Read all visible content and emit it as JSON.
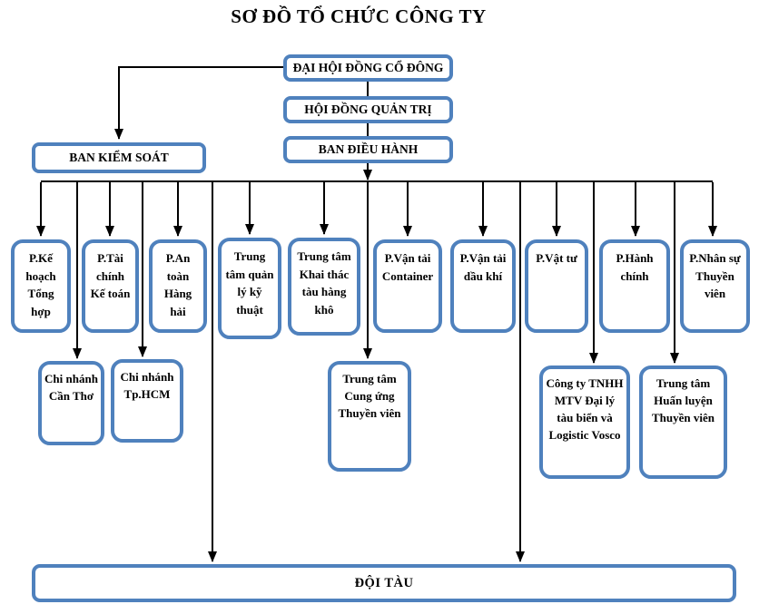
{
  "title": "SƠ ĐỒ TỔ CHỨC CÔNG TY",
  "colors": {
    "box_border": "#4F81BD",
    "box_fill": "#FFFFFF",
    "connector": "#000000",
    "text": "#000000"
  },
  "governance": {
    "shareholders": "ĐẠI HỘI ĐỒNG CỔ ĐÔNG",
    "board": "HỘI ĐỒNG QUẢN TRỊ",
    "executive": "BAN ĐIỀU HÀNH",
    "supervisory": "BAN KIỂM SOÁT"
  },
  "departments": [
    {
      "label": "P.Kế hoạch Tổng hợp"
    },
    {
      "label": "P.Tài chính Kế toán"
    },
    {
      "label": "P.An toàn Hàng hải"
    },
    {
      "label": "Trung tâm quản lý kỹ thuật"
    },
    {
      "label": "Trung tâm Khai thác tàu hàng khô"
    },
    {
      "label": "P.Vận tải Container"
    },
    {
      "label": "P.Vận tải dầu khí"
    },
    {
      "label": "P.Vật tư"
    },
    {
      "label": "P.Hành chính"
    },
    {
      "label": "P.Nhân sự Thuyền viên"
    }
  ],
  "sub_units": [
    {
      "label": "Chi nhánh Cần Thơ"
    },
    {
      "label": "Chi nhánh Tp.HCM"
    },
    {
      "label": "Trung tâm Cung ứng Thuyền viên"
    },
    {
      "label": "Công ty TNHH MTV Đại lý tàu biển và Logistic Vosco"
    },
    {
      "label": "Trung tâm Huấn luyện Thuyền viên"
    }
  ],
  "fleet": {
    "label": "ĐỘI TÀU"
  },
  "connections": [
    "ĐẠI HỘI ĐỒNG CỔ ĐÔNG → BAN KIỂM SOÁT",
    "ĐẠI HỘI ĐỒNG CỔ ĐÔNG → HỘI ĐỒNG QUẢN TRỊ → BAN ĐIỀU HÀNH",
    "BAN ĐIỀU HÀNH → tất cả các phòng / trung tâm",
    "BAN ĐIỀU HÀNH → Chi nhánh Cần Thơ, Chi nhánh Tp.HCM, Trung tâm Cung ứng Thuyền viên, Công ty TNHH MTV Đại lý tàu biển và Logistic Vosco, Trung tâm Huấn luyện Thuyền viên",
    "BAN ĐIỀU HÀNH → ĐỘI TÀU"
  ]
}
